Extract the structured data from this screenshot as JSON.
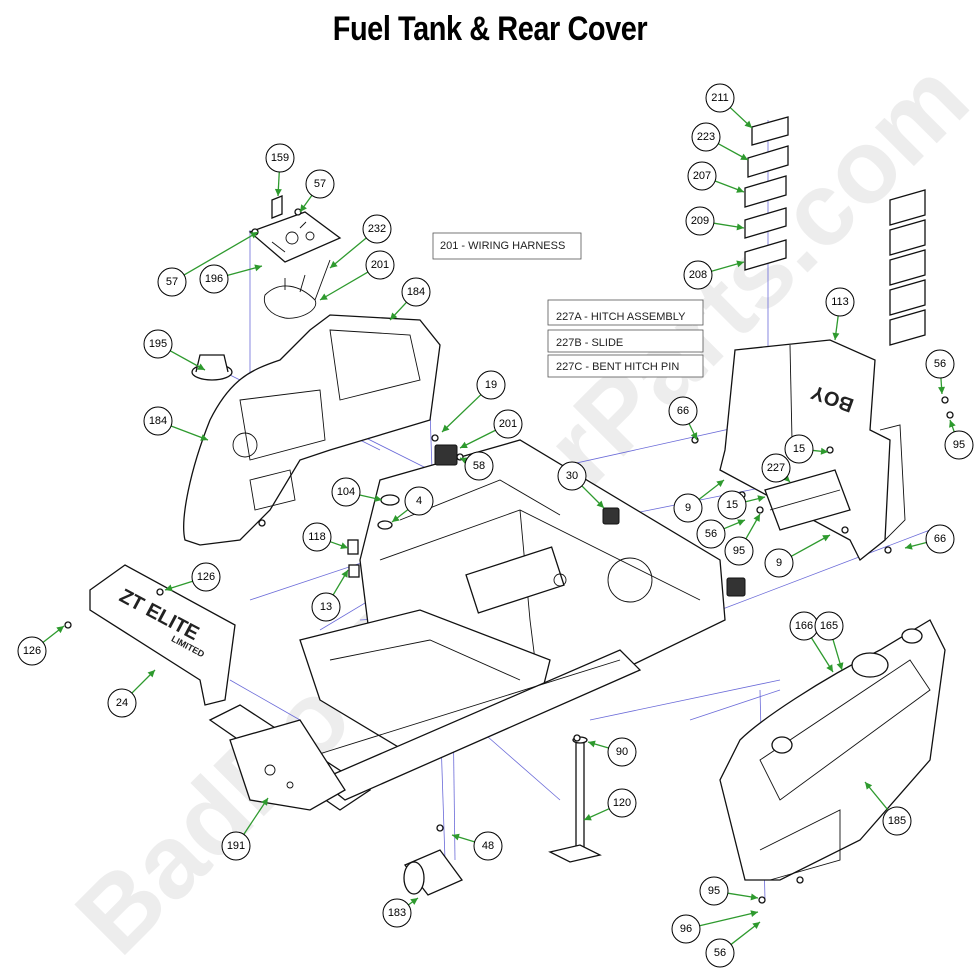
{
  "title": "Fuel Tank & Rear Cover",
  "watermark": "BadBoyPowerParts.com",
  "panel_emboss": [
    "ZT ELITE",
    "LIMITED"
  ],
  "notes": [
    "201 - WIRING HARNESS",
    "227A - HITCH ASSEMBLY",
    "227B - SLIDE",
    "227C - BENT HITCH PIN"
  ],
  "callouts": [
    "211",
    "223",
    "207",
    "209",
    "208",
    "159",
    "57",
    "57",
    "196",
    "232",
    "201",
    "184",
    "195",
    "184",
    "113",
    "56",
    "95",
    "66",
    "19",
    "201",
    "58",
    "15",
    "227",
    "15",
    "56",
    "95",
    "9",
    "9",
    "66",
    "30",
    "104",
    "4",
    "118",
    "13",
    "126",
    "126",
    "24",
    "166",
    "165",
    "90",
    "120",
    "191",
    "48",
    "183",
    "185",
    "95",
    "96",
    "56"
  ],
  "colors": {
    "leader": "#2e9a2e",
    "assembly_line": "#6a6ad8"
  }
}
